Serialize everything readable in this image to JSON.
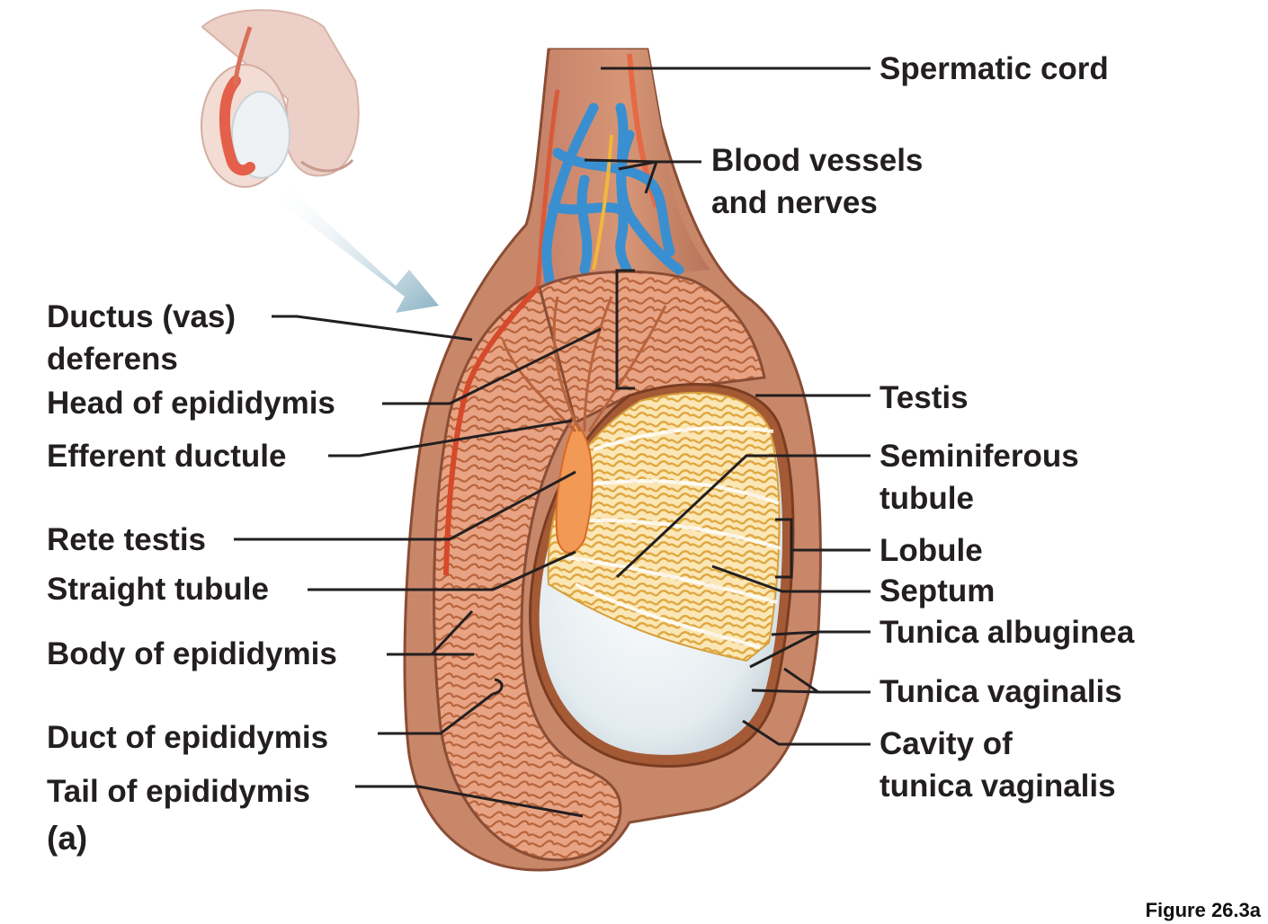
{
  "figure": {
    "panel": "(a)",
    "caption": "Figure 26.3a"
  },
  "labels": {
    "spermatic_cord": "Spermatic cord",
    "blood_vessels_1": "Blood vessels",
    "blood_vessels_2": "and nerves",
    "ductus_1": "Ductus (vas)",
    "ductus_2": "deferens",
    "head_epididymis": "Head of epididymis",
    "efferent_ductule": "Efferent ductule",
    "rete_testis": "Rete testis",
    "straight_tubule": "Straight tubule",
    "body_epididymis": "Body of epididymis",
    "duct_epididymis": "Duct of epididymis",
    "tail_epididymis": "Tail of epididymis",
    "testis": "Testis",
    "seminiferous_1": "Seminiferous",
    "seminiferous_2": "tubule",
    "lobule": "Lobule",
    "septum": "Septum",
    "tunica_albuginea": "Tunica albuginea",
    "tunica_vaginalis": "Tunica vaginalis",
    "cavity_1": "Cavity of",
    "cavity_2": "tunica vaginalis"
  },
  "colors": {
    "epididymis": "#e8a07e",
    "epididymis_dark": "#a85a32",
    "tubule": "#f2c879",
    "vessels_blue": "#3a8fd0",
    "rete": "#f29a55",
    "tunica": "#e0eaef",
    "leader": "#231f20"
  }
}
